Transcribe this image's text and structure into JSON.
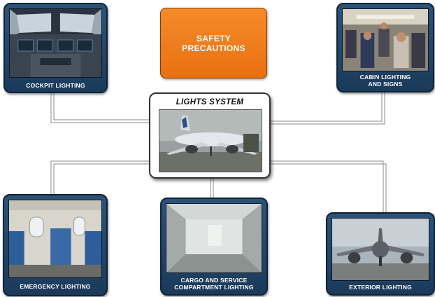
{
  "safety": {
    "label_line1": "SAFETY",
    "label_line2": "PRECAUTIONS",
    "color": "#f27f1f"
  },
  "center": {
    "title": "LIGHTS SYSTEM"
  },
  "tiles": {
    "cockpit": {
      "label": "COCKPIT LIGHTING"
    },
    "cabin": {
      "label_line1": "CABIN LIGHTING",
      "label_line2": "AND SIGNS"
    },
    "emergency": {
      "label": "EMERGENCY LIGHTING"
    },
    "cargo": {
      "label_line1": "CARGO AND SERVICE",
      "label_line2": "COMPARTMENT LIGHTING"
    },
    "exterior": {
      "label": "EXTERIOR LIGHTING"
    }
  },
  "colors": {
    "tile_frame": "#1f4468",
    "connector": "#888888"
  }
}
